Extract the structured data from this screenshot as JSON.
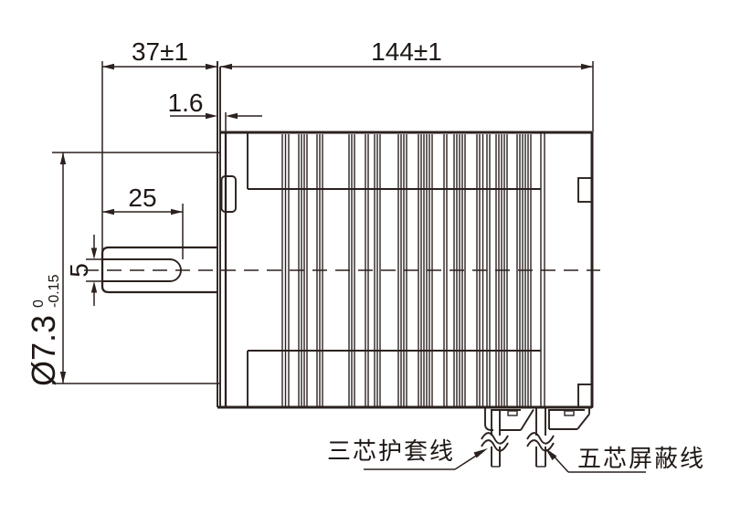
{
  "dimensions": {
    "front_length": "37±1",
    "total_length": "144±1",
    "flange_thickness": "1.6",
    "shaft_flat_length": "25",
    "shaft_flat_depth": "5",
    "shaft_diameter": "Ø7.3",
    "shaft_diameter_tol_upper": "0",
    "shaft_diameter_tol_lower": "-0.15"
  },
  "labels": {
    "left_cable": "三芯护套线",
    "right_cable": "五芯屏蔽线"
  },
  "colors": {
    "line": "#2b211e",
    "background": "#ffffff"
  }
}
